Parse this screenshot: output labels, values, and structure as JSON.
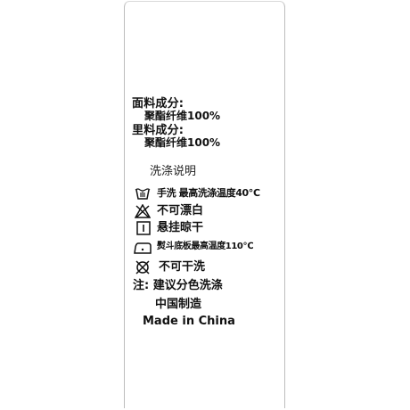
{
  "label": {
    "fabric": {
      "outer_heading": "面料成分:",
      "outer_value": "聚酯纤维100%",
      "lining_heading": "里料成分:",
      "lining_value": "聚酯纤维100%"
    },
    "care_title": "洗涤说明",
    "care_items": [
      {
        "icon": "hand-wash-icon",
        "text": "手洗  最高洗涤温度40℃"
      },
      {
        "icon": "do-not-bleach-icon",
        "text": "不可漂白"
      },
      {
        "icon": "hang-dry-icon",
        "text": "悬挂晾干"
      },
      {
        "icon": "iron-icon",
        "text": "熨斗底板最高温度110℃"
      },
      {
        "icon": "do-not-dry-clean-icon",
        "text": "不可干洗"
      }
    ],
    "note": "注:  建议分色洗涤",
    "origin_cn": "中国制造",
    "origin_en": "Made in China"
  }
}
